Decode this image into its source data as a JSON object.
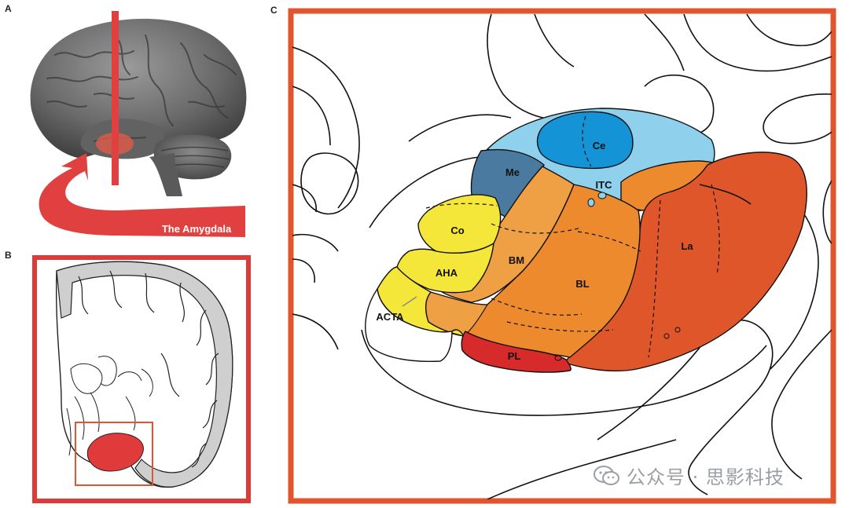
{
  "panels": {
    "a": "A",
    "b": "B",
    "c": "C"
  },
  "panel_a": {
    "banner": "The Amygdala"
  },
  "panel_c": {
    "labels": {
      "ce": "Ce",
      "me": "Me",
      "itc": "ITC",
      "co": "Co",
      "aha": "AHA",
      "bm": "BM",
      "bl": "BL",
      "la": "La",
      "acta": "ACTA",
      "pl": "PL"
    }
  },
  "watermark": {
    "text": "公众号 · 思影科技"
  },
  "colors": {
    "frame": "#e0552e",
    "frame_b": "#dc3b3a",
    "ce": "#1493d6",
    "me": "#4a7aa0",
    "itc": "#8fd0ec",
    "co": "#f5e63a",
    "aha": "#f5e63a",
    "acta": "#f5e63a",
    "bm": "#f0a044",
    "bl": "#ee8a2e",
    "upper_orange": "#ee8a2e",
    "la": "#e0562b",
    "pl": "#d72a2a",
    "brain": "#6e6e6e",
    "brain_highlight": "#e05a4a",
    "arrow": "#e04040",
    "cortex_grey": "#cfcfcf"
  }
}
